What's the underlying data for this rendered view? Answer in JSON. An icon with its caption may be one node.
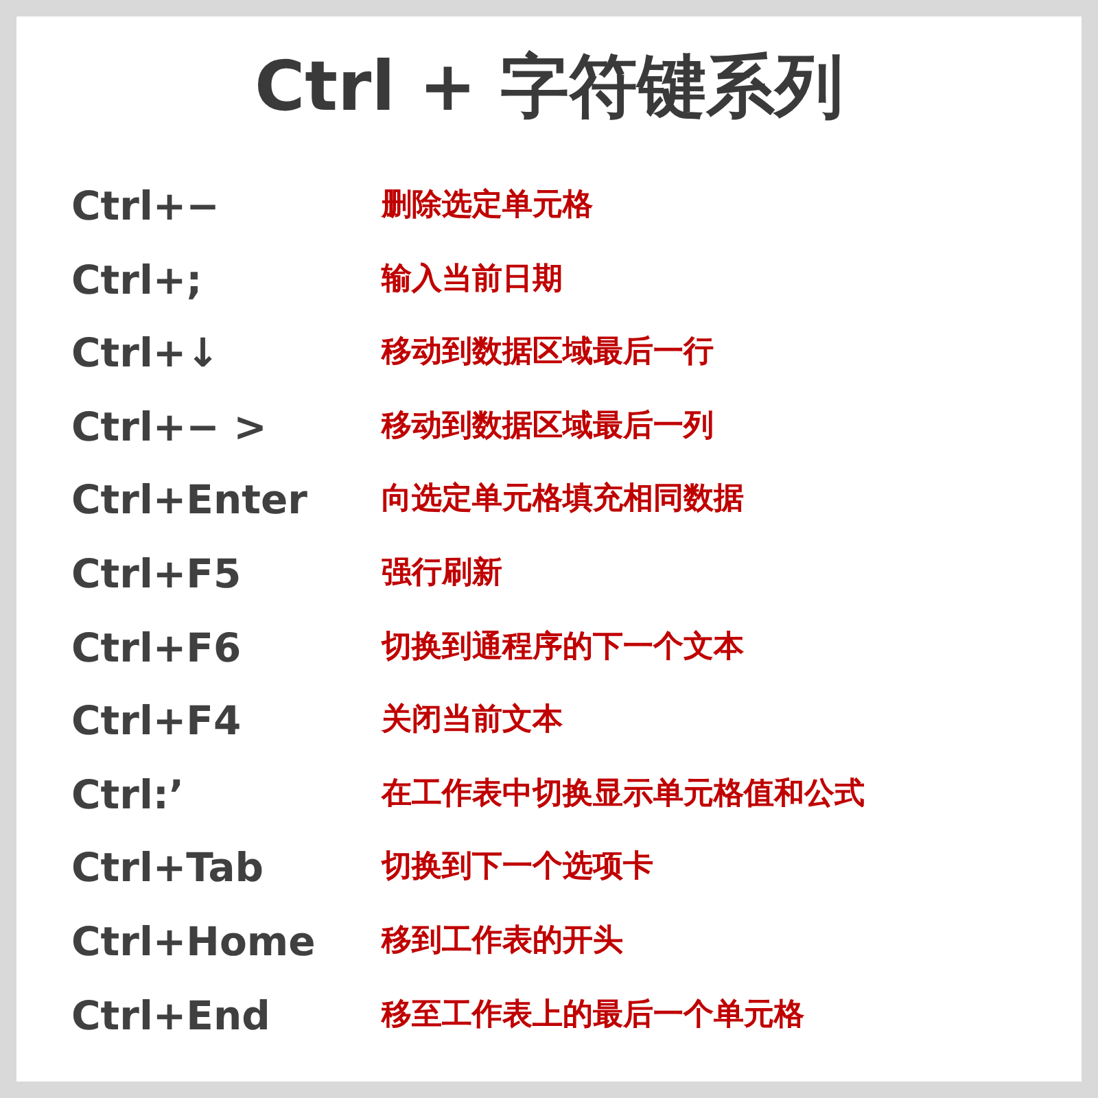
{
  "diagram": {
    "title": "Ctrl + 字符键系列",
    "labels": [
      "Ctrl+−",
      "删除选定单元格",
      "Ctrl+;",
      "输入当前日期",
      "Ctrl+↓",
      "移动到数据区域最后一行",
      "Ctrl+− >",
      "移动到数据区域最后一列",
      "Ctrl+Enter",
      "向选定单元格填充相同数据",
      "Ctrl+F5",
      "强行刷新",
      "Ctrl+F6",
      "切换到通程序的下一个文本",
      "Ctrl+F4",
      "关闭当前文本",
      "Ctrl:’",
      "在工作表中切换显示单元格值和公式",
      "Ctrl+Tab",
      "切换到下一个选项卡",
      "Ctrl+Home",
      "移到工作表的开头",
      "Ctrl+End",
      "移至工作表上的最后一个单元格"
    ]
  }
}
